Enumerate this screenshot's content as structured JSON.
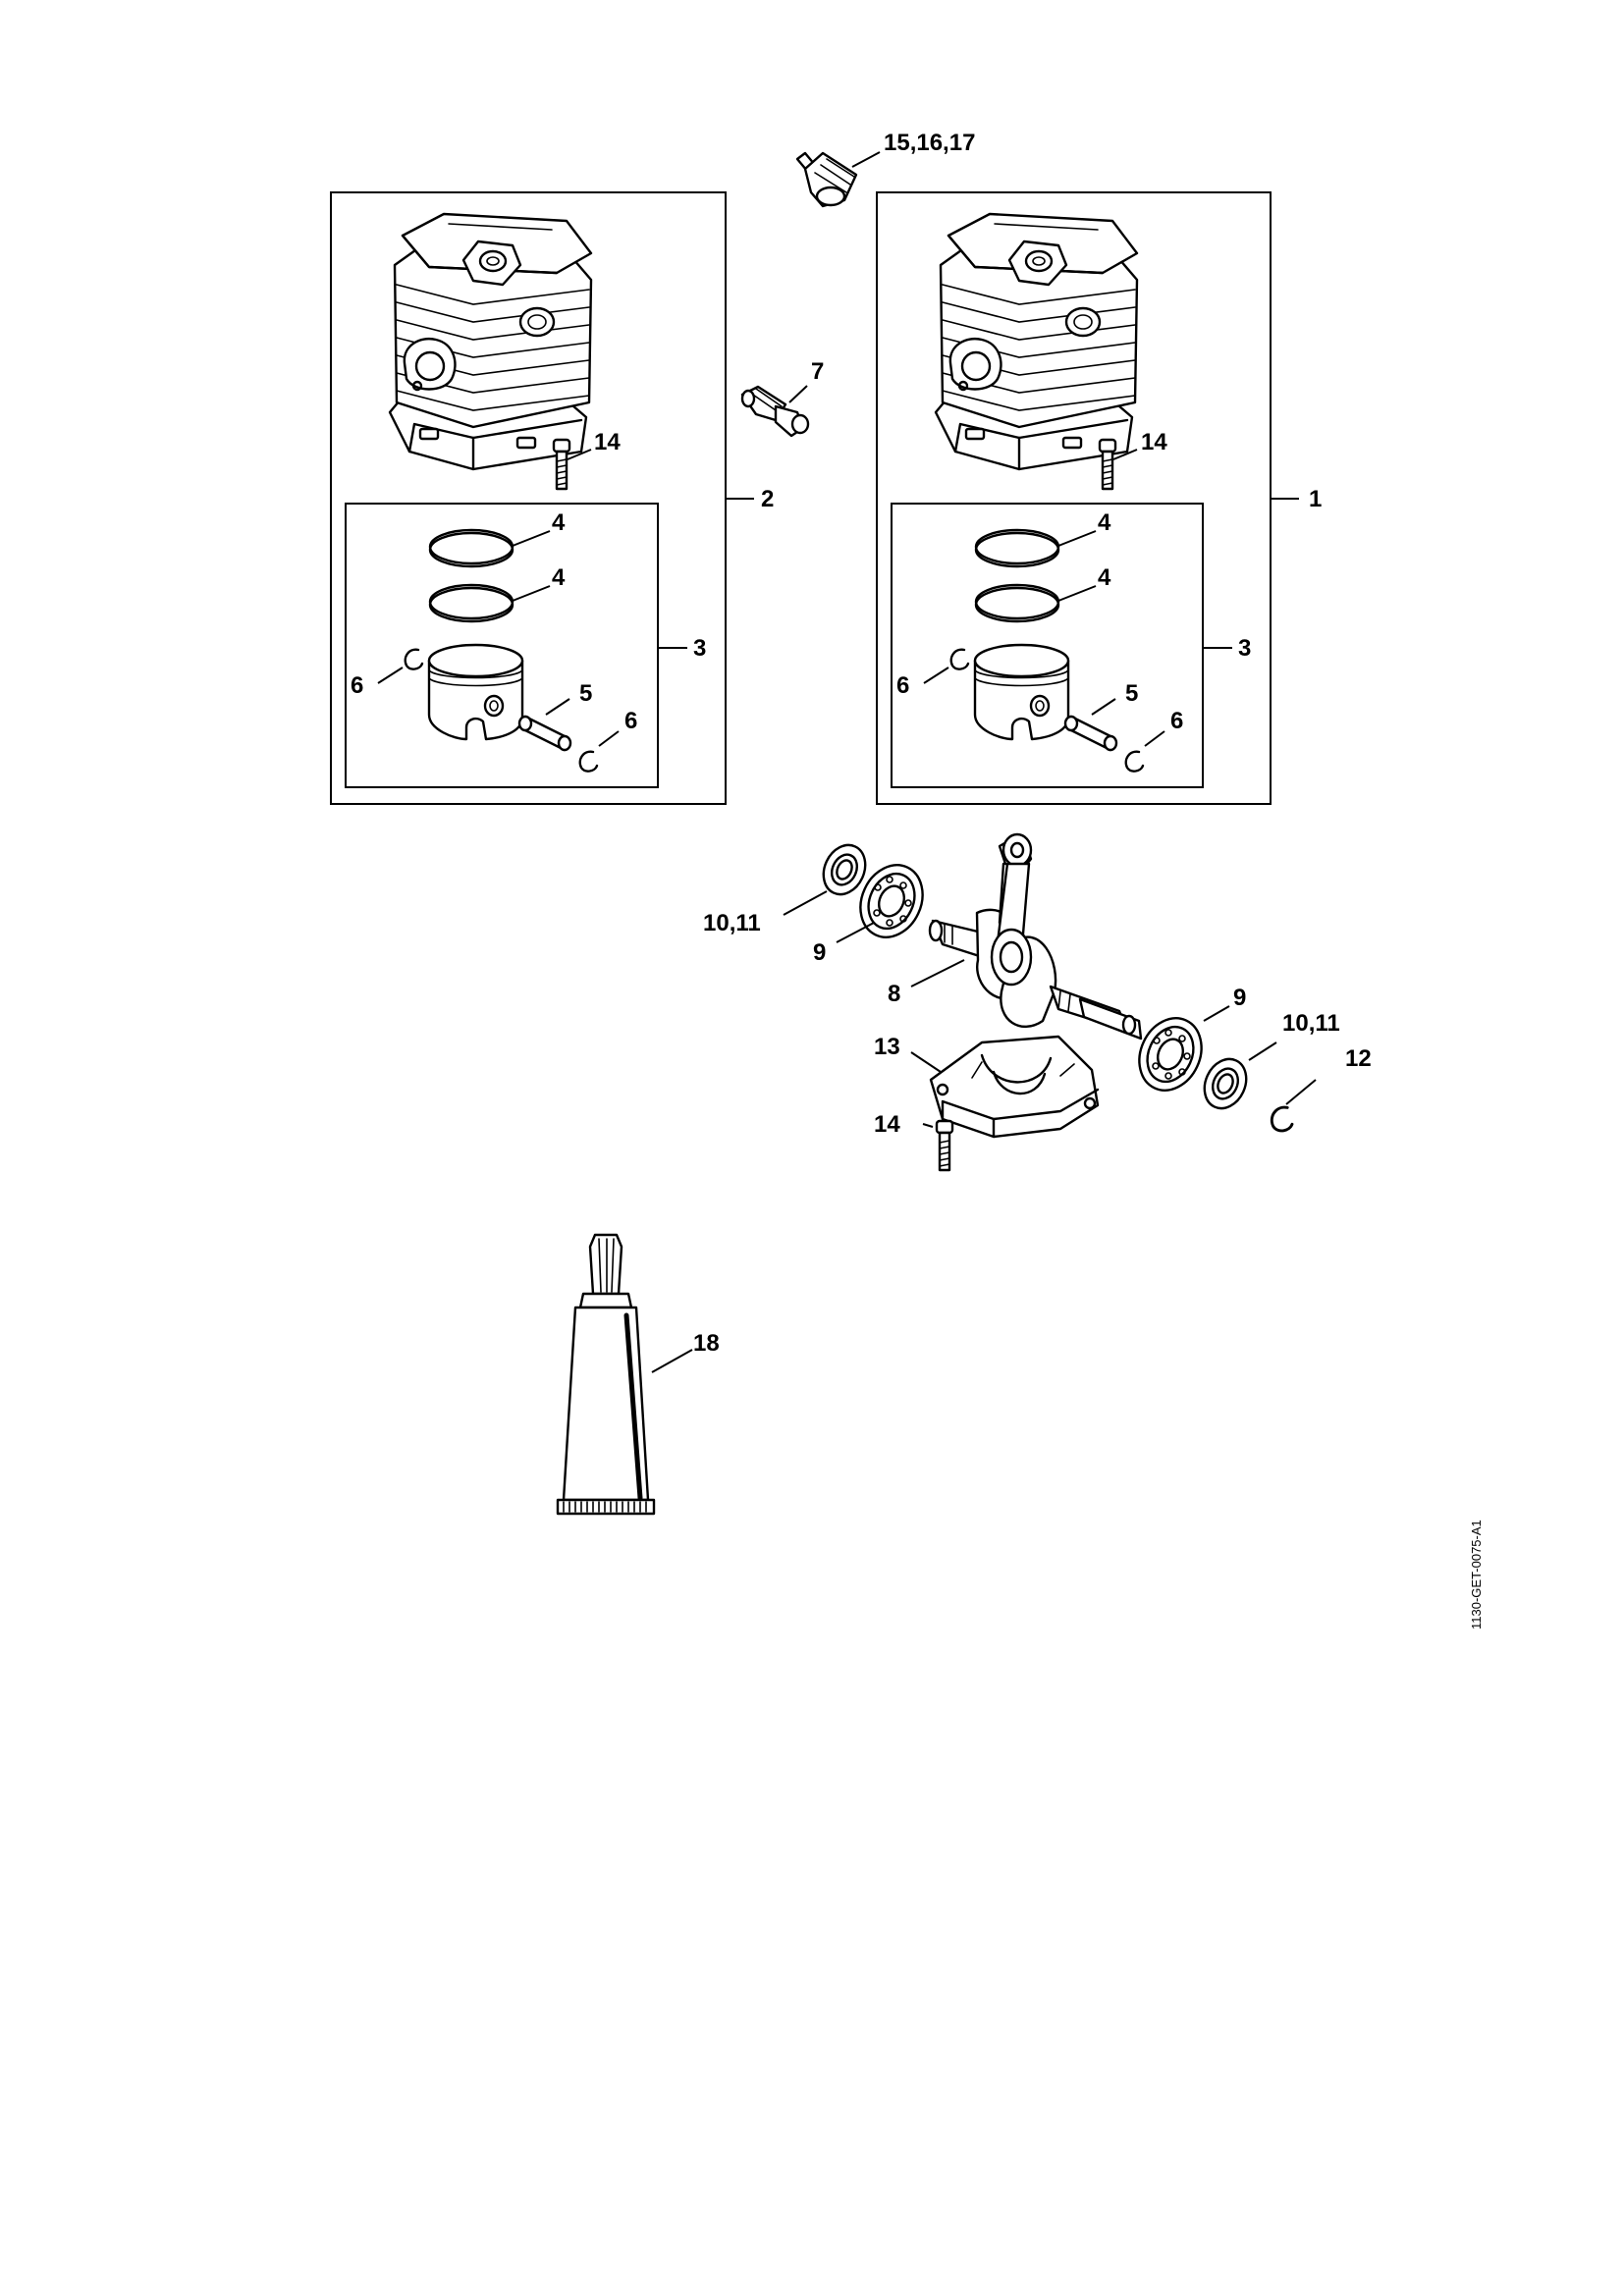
{
  "labels": {
    "l15_16_17": "15,16,17",
    "l7": "7",
    "l14_left_cyl": "14",
    "l14_right_cyl": "14",
    "l14_crankcase": "14",
    "l2": "2",
    "l1": "1",
    "l3_left": "3",
    "l3_right": "3",
    "l4_left_top": "4",
    "l4_left_bottom": "4",
    "l4_right_top": "4",
    "l4_right_bottom": "4",
    "l5_left": "5",
    "l5_right": "5",
    "l6_left_a": "6",
    "l6_left_b": "6",
    "l6_right_a": "6",
    "l6_right_b": "6",
    "l8": "8",
    "l9_left": "9",
    "l9_right": "9",
    "l10_11_left": "10,11",
    "l10_11_right": "10,11",
    "l12": "12",
    "l13": "13",
    "l18": "18"
  },
  "document_ref": "1130-GET-0075-A1"
}
